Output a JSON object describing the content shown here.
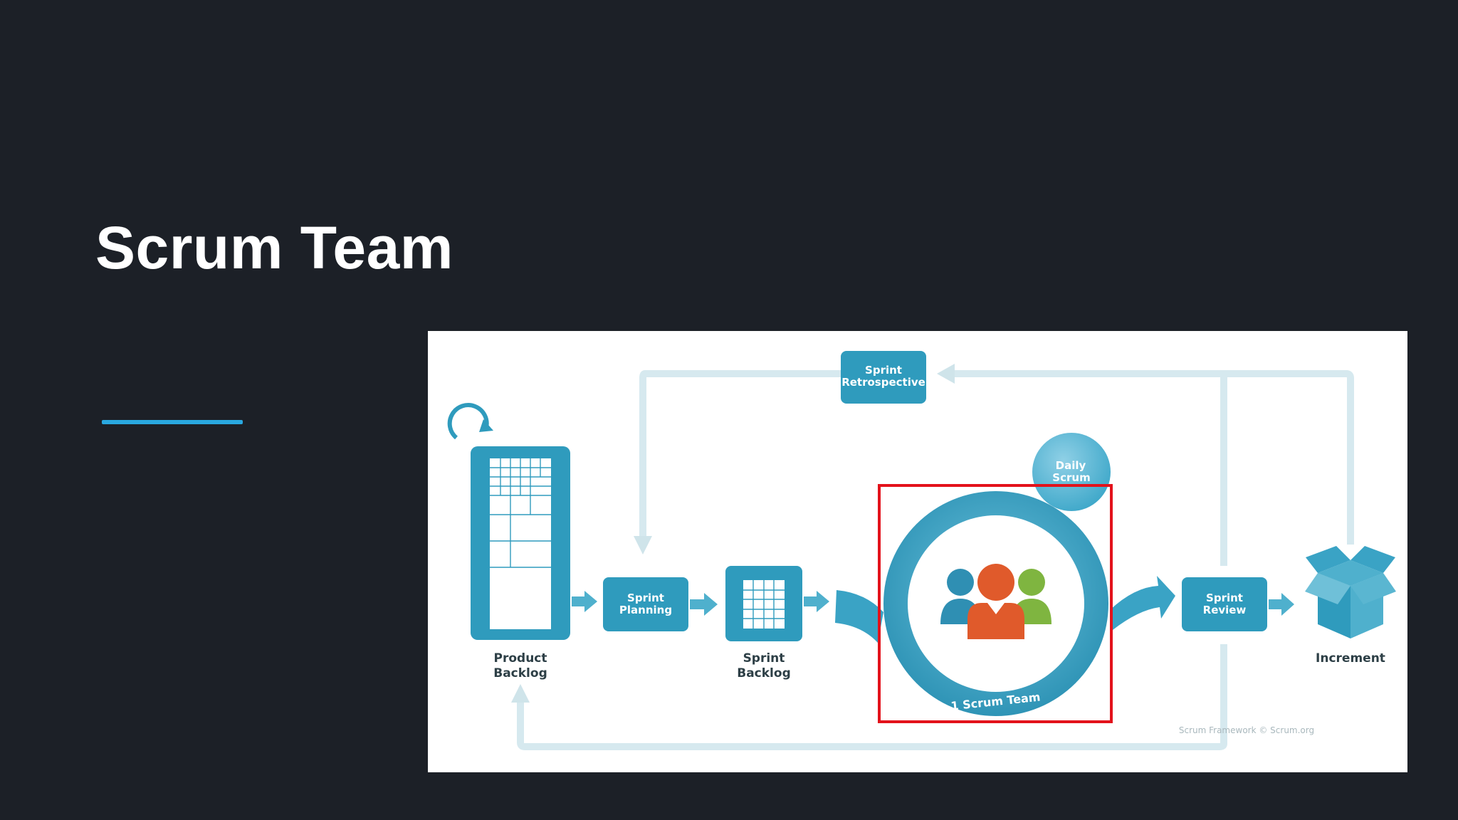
{
  "slide": {
    "title": "Scrum Team",
    "accent_color": "#29a8e0",
    "background_color": "#1c2027"
  },
  "diagram": {
    "nodes": {
      "sprint_retrospective": [
        "Sprint",
        "Retrospective"
      ],
      "daily_scrum": [
        "Daily",
        "Scrum"
      ],
      "sprint_planning": [
        "Sprint",
        "Planning"
      ],
      "sprint_backlog_caption": [
        "Sprint",
        "Backlog"
      ],
      "product_backlog_caption": [
        "Product",
        "Backlog"
      ],
      "sprint_review": [
        "Sprint",
        "Review"
      ],
      "increment": "Increment",
      "scrum_team_ring": "1 Scrum Team"
    },
    "credit": "Scrum Framework © Scrum.org",
    "colors": {
      "box": "#2f9bbd",
      "track": "#d6e9ef",
      "highlight": "#e3121b",
      "person_center": "#e05a2b",
      "person_left": "#2f8fb3",
      "person_right": "#7fb540"
    }
  }
}
